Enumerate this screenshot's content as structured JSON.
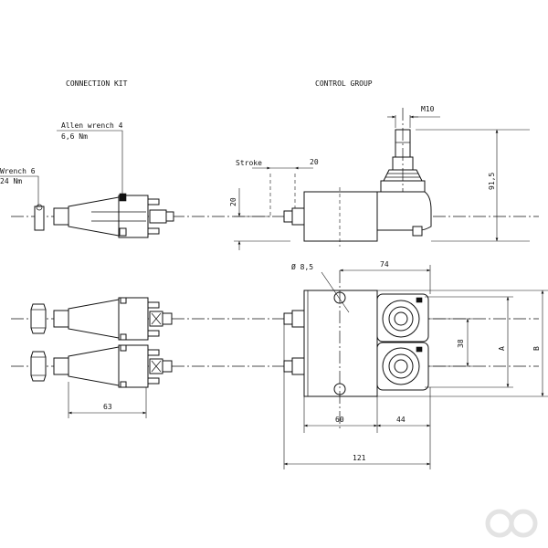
{
  "sections": {
    "connection_kit": "CONNECTION KIT",
    "control_group": "CONTROL GROUP"
  },
  "callouts": {
    "allen_wrench": "Allen wrench 4",
    "allen_torque": "6,6 Nm",
    "wrench": "Wrench 6",
    "wrench_torque": "24 Nm",
    "stroke": "Stroke"
  },
  "dimensions": {
    "m10": "M10",
    "stroke_value": "20",
    "left_height": "20",
    "total_height": "91,5",
    "hole_dia": "Ø 8,5",
    "width_74": "74",
    "spacing_38": "38",
    "dim_a": "A",
    "dim_b": "B",
    "width_60": "60",
    "width_44": "44",
    "width_121": "121",
    "kit_length": "63"
  },
  "logo": {
    "name": "brand-logo",
    "color": "#e3e3e3"
  }
}
